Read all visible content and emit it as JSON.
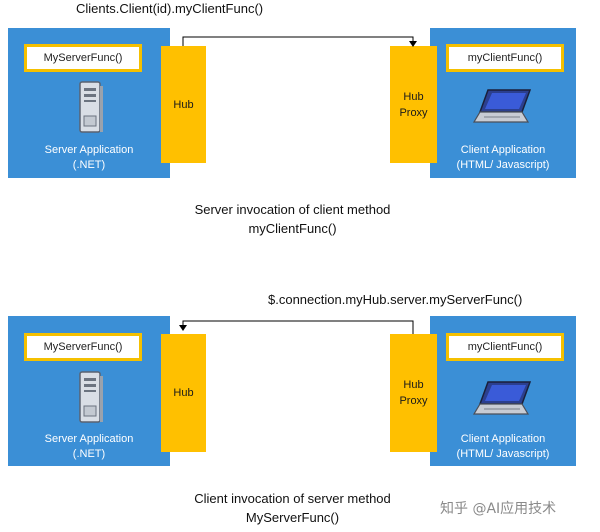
{
  "colors": {
    "box": "#3b8fd6",
    "hub": "#ffc000",
    "func_border": "#f5c000",
    "arrow": "#000000"
  },
  "top": {
    "call_code": "Clients.Client(id).myClientFunc()",
    "server_func": "MyServerFunc()",
    "hub_label": "Hub",
    "server_label_line1": "Server Application",
    "server_label_line2": "(.NET)",
    "proxy_label_line1": "Hub",
    "proxy_label_line2": "Proxy",
    "client_func": "myClientFunc()",
    "client_label_line1": "Client Application",
    "client_label_line2": "(HTML/ Javascript)",
    "caption_line1": "Server invocation of client method",
    "caption_line2": "myClientFunc()",
    "icons": {
      "server": "server-icon",
      "client": "laptop-icon"
    }
  },
  "bottom": {
    "call_code": "$.connection.myHub.server.myServerFunc()",
    "server_func": "MyServerFunc()",
    "hub_label": "Hub",
    "server_label_line1": "Server Application",
    "server_label_line2": "(.NET)",
    "proxy_label_line1": "Hub",
    "proxy_label_line2": "Proxy",
    "client_func": "myClientFunc()",
    "client_label_line1": "Client Application",
    "client_label_line2": "(HTML/ Javascript)",
    "caption_line1": "Client invocation of server method",
    "caption_line2": "MyServerFunc()",
    "icons": {
      "server": "server-icon",
      "client": "laptop-icon"
    }
  },
  "watermark": "知乎 @AI应用技术"
}
